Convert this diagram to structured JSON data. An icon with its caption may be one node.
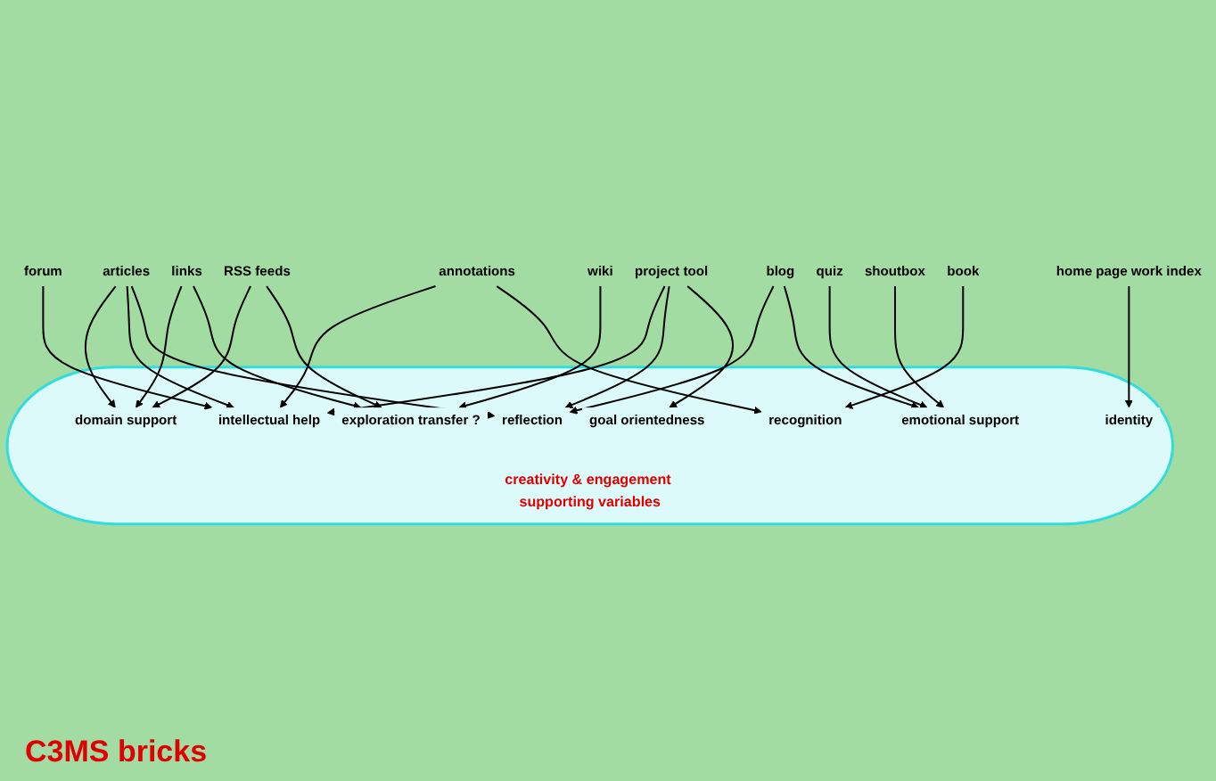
{
  "diagram": {
    "nodes": [
      {
        "text": [
          "creativity & engagement supporting variables"
        ]
      },
      {
        "text": [
          "articles"
        ]
      },
      {
        "text": [
          "links"
        ]
      },
      {
        "text": [
          "forum"
        ]
      },
      {
        "text": [
          "RSS feeds"
        ]
      },
      {
        "text": [
          "annotations"
        ]
      },
      {
        "text": [
          "intellectual help"
        ],
        "in": 0
      },
      {
        "text": [
          "domain support"
        ],
        "in": 0
      },
      {
        "text": [
          "wiki"
        ]
      },
      {
        "text": [
          "exploration transfer ?"
        ],
        "in": 0
      },
      {
        "text": [
          "reflection"
        ],
        "in": 0
      },
      {
        "text": [
          "blog"
        ]
      },
      {
        "text": [
          "emotional support"
        ],
        "in": 0
      },
      {
        "text": [
          "recognition"
        ],
        "in": 0
      },
      {
        "text": [
          "quiz"
        ]
      },
      {
        "text": [
          "book"
        ]
      },
      {
        "text": [
          "identity"
        ],
        "in": 0
      },
      {
        "text": [
          "shoutbox"
        ]
      },
      {
        "text": [
          "goal orientedness"
        ],
        "in": 0
      },
      {
        "text": [
          "home page work index"
        ]
      },
      {
        "text": [
          "project tool"
        ]
      }
    ],
    "edges": [
      {
        "from": 2,
        "to": 7,
        "arrow": "to"
      },
      {
        "from": 2,
        "to": 9,
        "arrow": "to"
      },
      {
        "from": 1,
        "to": 7,
        "arrow": "to"
      },
      {
        "from": 1,
        "to": 6,
        "arrow": "to"
      },
      {
        "from": 1,
        "to": 10,
        "arrow": "to"
      },
      {
        "from": 3,
        "to": 6,
        "arrow": "to"
      },
      {
        "from": 4,
        "to": 7,
        "arrow": "to"
      },
      {
        "from": 4,
        "to": 9,
        "arrow": "to"
      },
      {
        "from": 5,
        "to": 6,
        "arrow": "to"
      },
      {
        "from": 5,
        "to": 13,
        "arrow": "to"
      },
      {
        "from": 8,
        "to": 9,
        "arrow": "to"
      },
      {
        "from": 11,
        "to": 10,
        "arrow": "to"
      },
      {
        "from": 11,
        "to": 12,
        "arrow": "to"
      },
      {
        "from": 14,
        "to": 12,
        "arrow": "to"
      },
      {
        "from": 17,
        "to": 12,
        "arrow": "to"
      },
      {
        "from": 19,
        "to": 16,
        "arrow": "to"
      },
      {
        "from": 15,
        "to": 13,
        "arrow": "to"
      },
      {
        "from": 20,
        "to": 6,
        "arrow": "to"
      },
      {
        "from": 20,
        "to": 10,
        "arrow": "to"
      },
      {
        "from": 20,
        "to": 18,
        "arrow": "to"
      }
    ],
    "labels": [
      "C3MS bricks"
    ]
  }
}
